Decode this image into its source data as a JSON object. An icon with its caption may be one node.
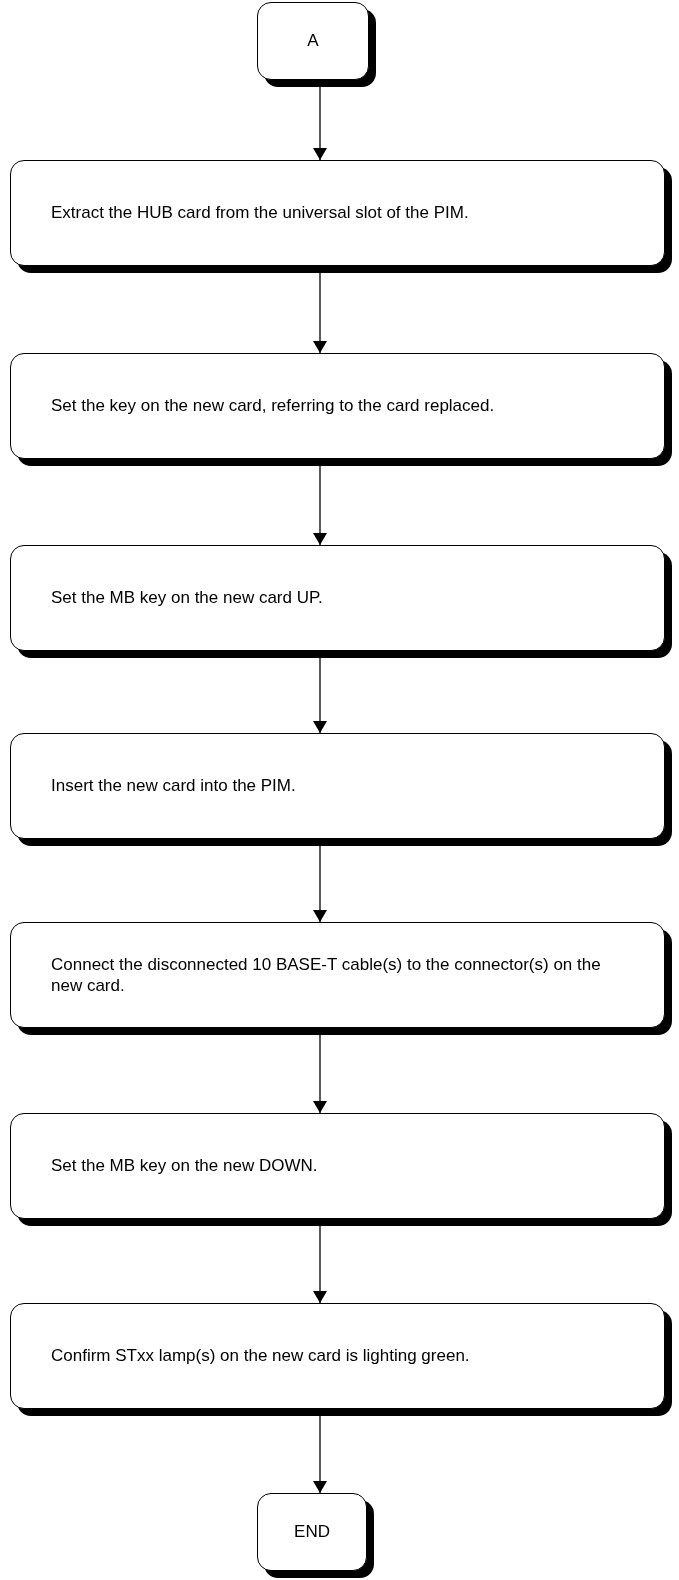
{
  "diagram": {
    "nodes": [
      {
        "text": [
          "A"
        ]
      },
      {
        "text": [
          "Extract the HUB card from the universal slot of the PIM."
        ]
      },
      {
        "text": [
          "Set the key on the new card, referring to the card replaced."
        ]
      },
      {
        "text": [
          "Set the MB key on the new card UP."
        ]
      },
      {
        "text": [
          "Insert the new card into the PIM."
        ]
      },
      {
        "text": [
          "Connect the disconnected 10 BASE-T cable(s) to the connector(s) on the new card."
        ]
      },
      {
        "text": [
          "Set the MB key on the new DOWN."
        ]
      },
      {
        "text": [
          "Confirm STxx lamp(s) on the new card is lighting green."
        ]
      },
      {
        "text": [
          "END"
        ]
      }
    ],
    "edges": [
      {
        "from": 0,
        "to": 1,
        "arrow": "to"
      },
      {
        "from": 1,
        "to": 2,
        "arrow": "to"
      },
      {
        "from": 2,
        "to": 3,
        "arrow": "to"
      },
      {
        "from": 3,
        "to": 4,
        "arrow": "to"
      },
      {
        "from": 4,
        "to": 5,
        "arrow": "to"
      },
      {
        "from": 5,
        "to": 6,
        "arrow": "to"
      },
      {
        "from": 6,
        "to": 7,
        "arrow": "to"
      },
      {
        "from": 7,
        "to": 8,
        "arrow": "to"
      }
    ]
  }
}
